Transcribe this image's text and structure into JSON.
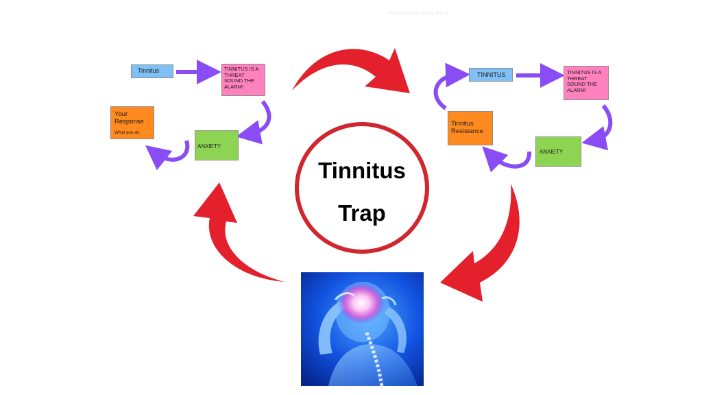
{
  "diagram": {
    "center": {
      "line1": "Tinnitus",
      "line2": "Trap"
    },
    "left_cycle": {
      "tinnitus": "Tinnitus",
      "threat": "TINNITUS IS A THREAT SOUND THE ALARM!",
      "anxiety": "ANXIETY",
      "response_title": "Your Response",
      "response_sub": "What you do"
    },
    "right_cycle": {
      "tinnitus": "TINNITUS",
      "threat": "TINNITUS IS A THREAT SOUND THE ALARM!",
      "anxiety": "ANXIETY",
      "resistance": "Tinnitus Resistance"
    },
    "watermark": "HANNAH MICHAEL PH.D."
  },
  "colors": {
    "tinnitus_box": "#7fc1f7",
    "threat_box": "#ff82bf",
    "anxiety_box": "#8ed453",
    "response_box": "#ff8a1f",
    "small_arrow": "#8a4cf5",
    "big_arrow": "#e3202b",
    "circle_border": "#d0262e",
    "image_background": "#0a3bd6"
  },
  "icons": {
    "main_cycle": "curved-red-arrow",
    "sub_cycle": "curved-purple-arrow",
    "illustration": "glowing-head-headache-illustration"
  }
}
